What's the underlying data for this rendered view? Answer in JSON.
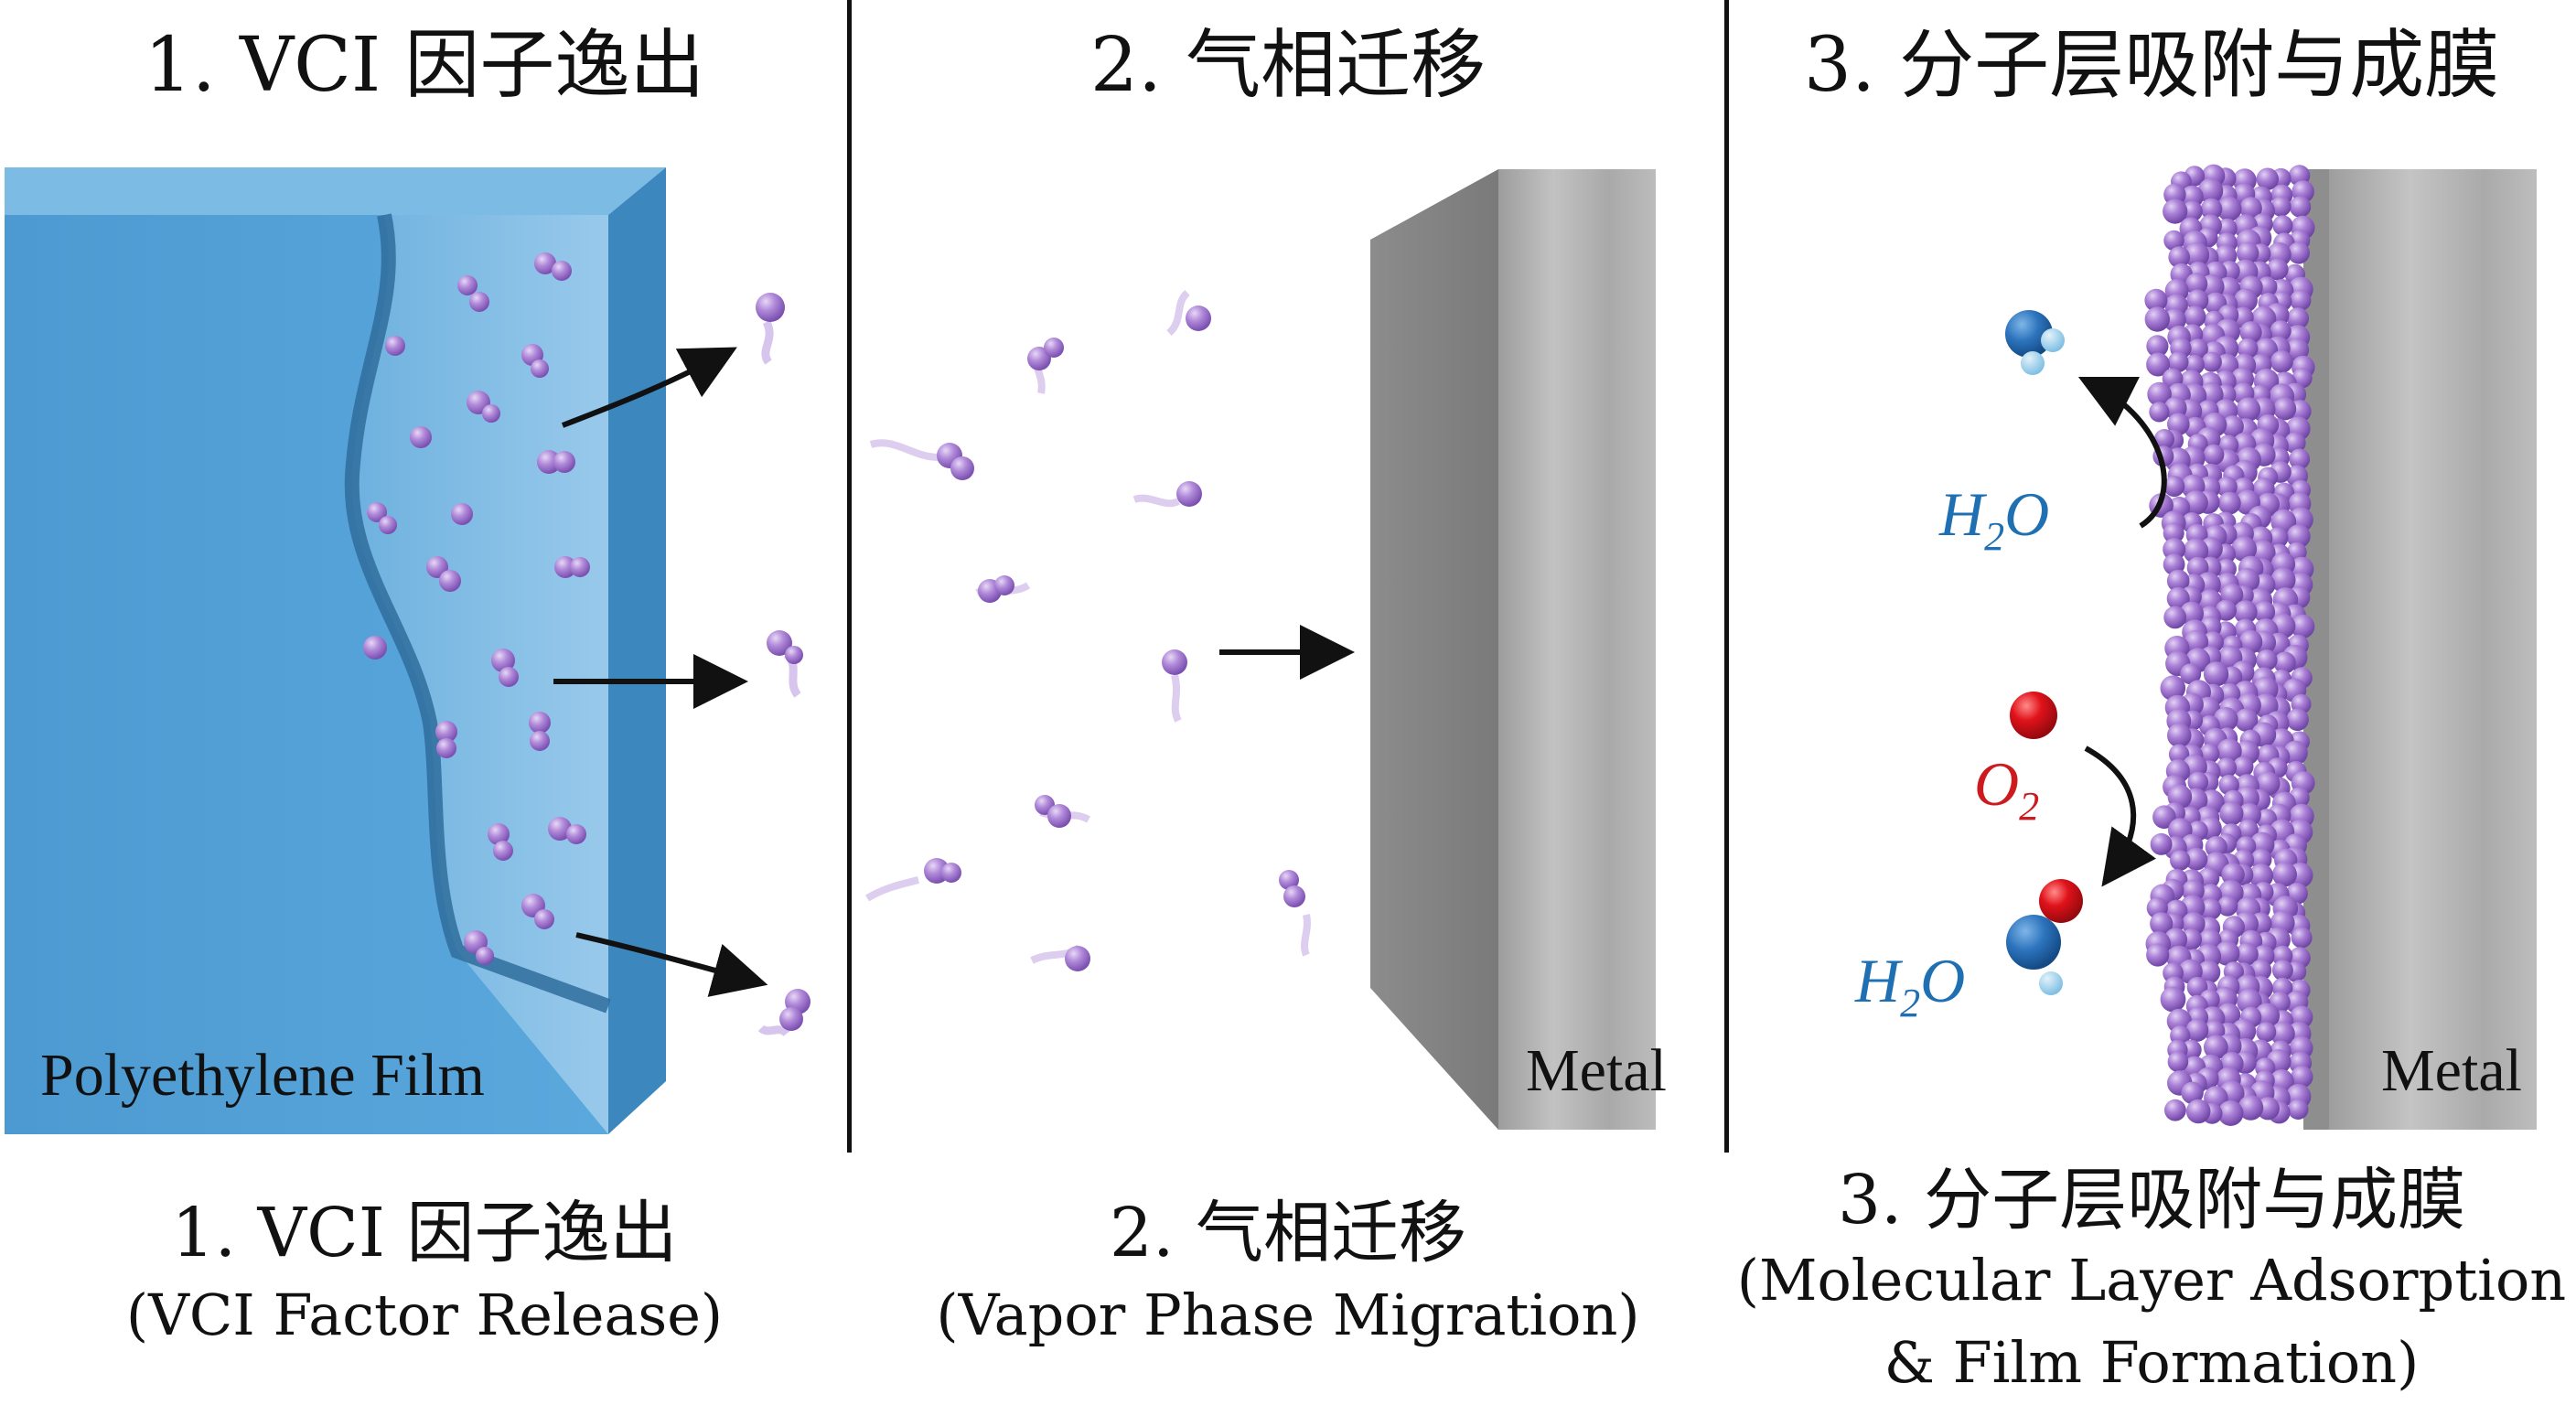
{
  "panel1": {
    "title": "1. VCI 因子逸出",
    "film_label": "Polyethylene Film",
    "caption_cn": "1. VCI 因子逸出",
    "caption_en": "(VCI Factor Release)"
  },
  "panel2": {
    "title": "2. 气相迁移",
    "metal_label": "Metal",
    "caption_cn": "2. 气相迁移",
    "caption_en": "(Vapor Phase Migration)"
  },
  "panel3": {
    "title": "3. 分子层吸附与成膜",
    "metal_label": "Metal",
    "water_label_top": "H",
    "water_sub_top": "2",
    "water_o_top": "O",
    "oxygen_label": "O",
    "oxygen_sub": "2",
    "water_label_bottom": "H",
    "water_sub_bottom": "2",
    "water_o_bottom": "O",
    "caption_cn": "3. 分子层吸附与成膜",
    "caption_en_line1": "(Molecular Layer Adsorption",
    "caption_en_line2": "& Film Formation)"
  },
  "colors": {
    "film_blue": "#4b9bd2",
    "vci_purple": "#a782cf",
    "water_blue": "#2a73b8",
    "oxygen_red": "#d0191f",
    "metal_gray": "#a7a7a7"
  }
}
